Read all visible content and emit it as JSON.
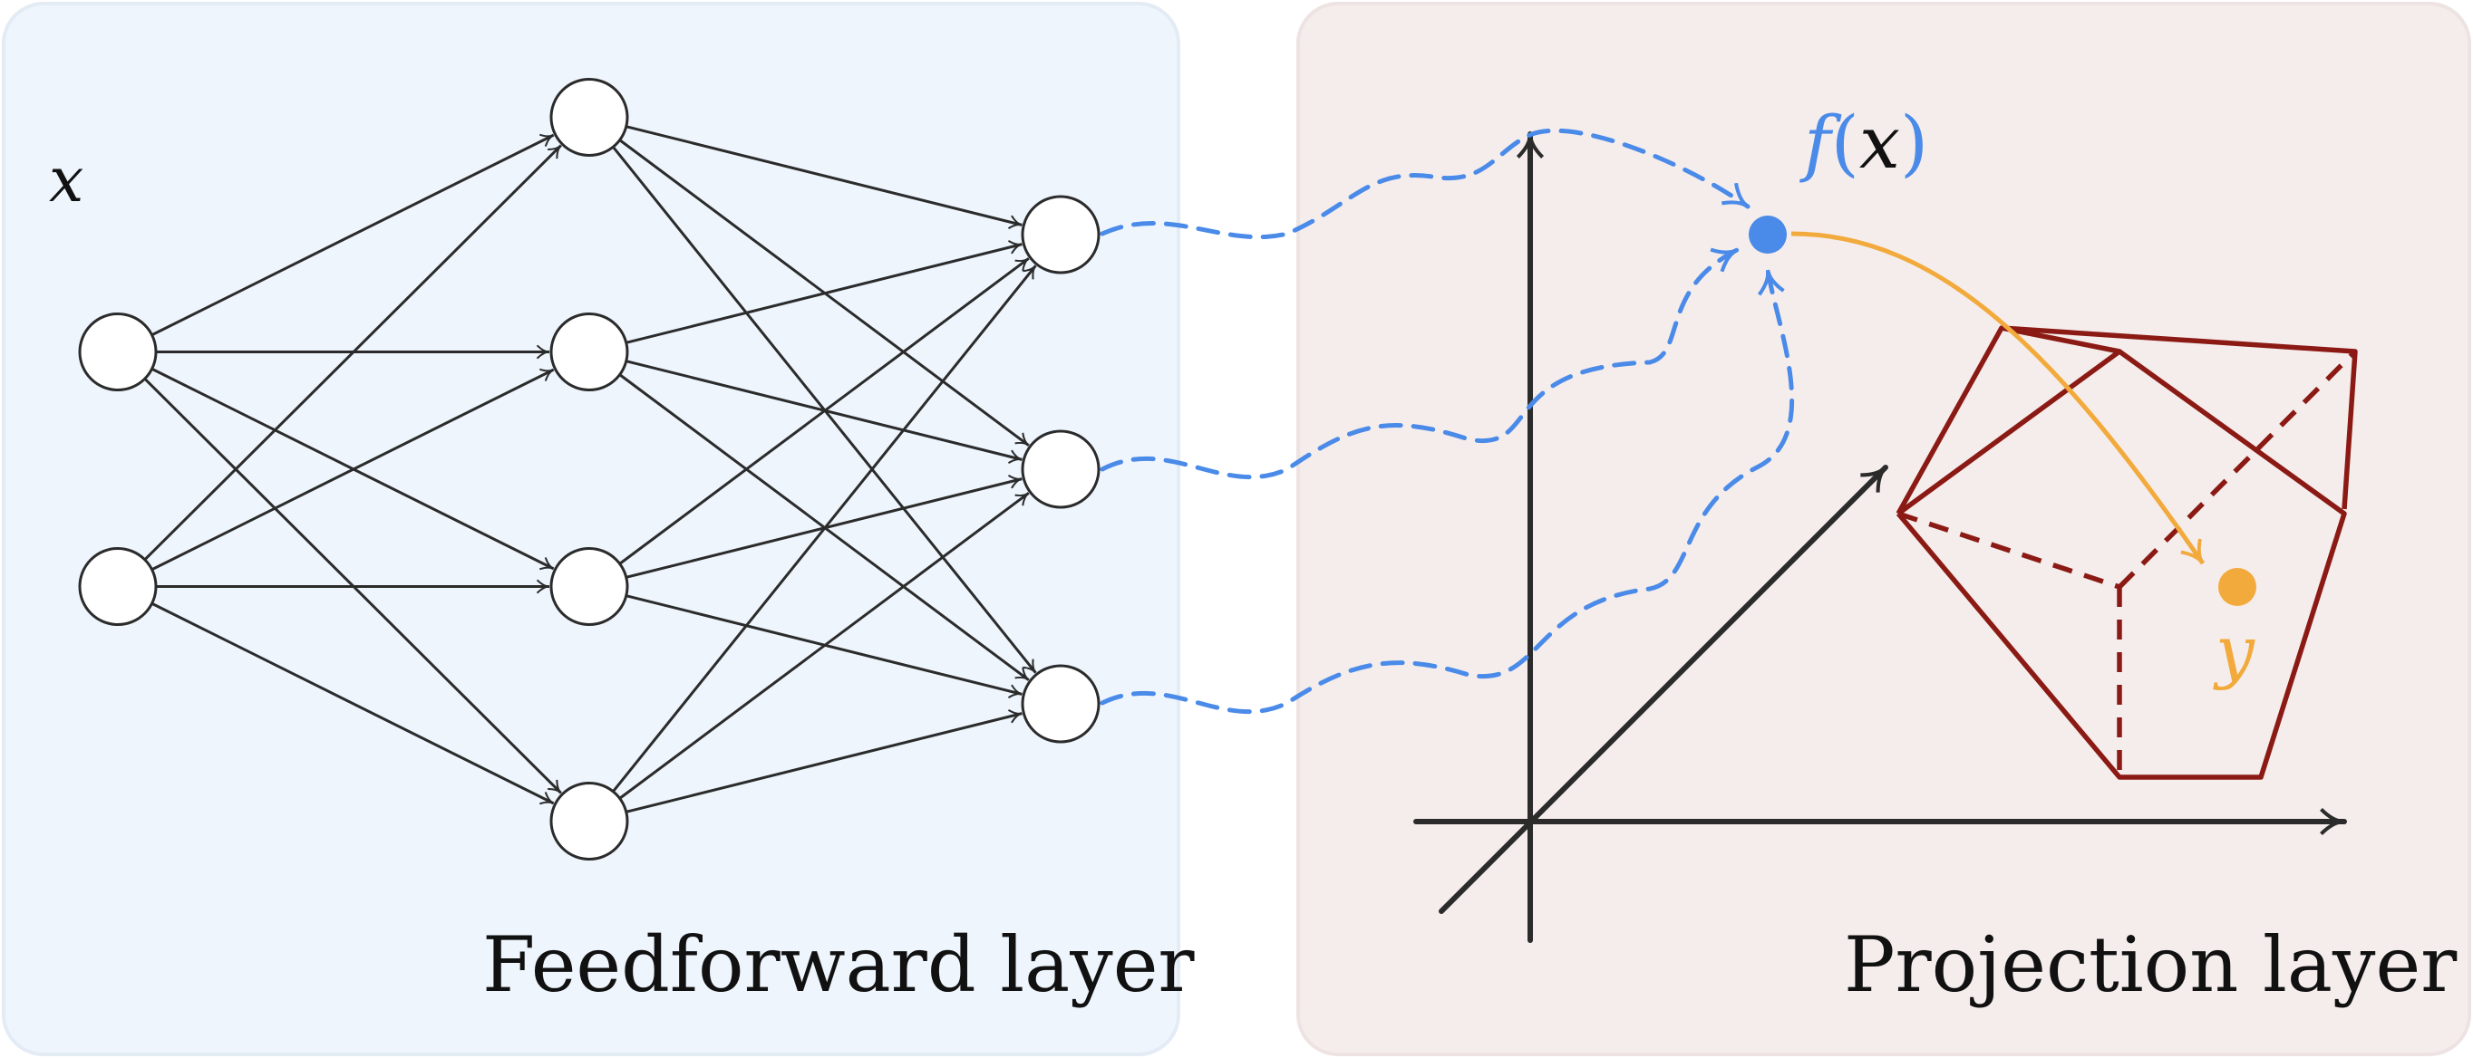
{
  "panels": {
    "left": {
      "caption": "Feedforward layer"
    },
    "right": {
      "caption": "Projection layer"
    }
  },
  "labels": {
    "input": "x",
    "mapped": "f(x)",
    "output": "y"
  },
  "network": {
    "layers": [
      2,
      4,
      3
    ]
  },
  "colors": {
    "left_panel_bg": "#eef5fd",
    "right_panel_bg": "#f5edec",
    "blue": "#4a8ae8",
    "orange": "#f2aa3c",
    "dark_red": "#8b1a14",
    "ink": "#2b2b2b"
  }
}
